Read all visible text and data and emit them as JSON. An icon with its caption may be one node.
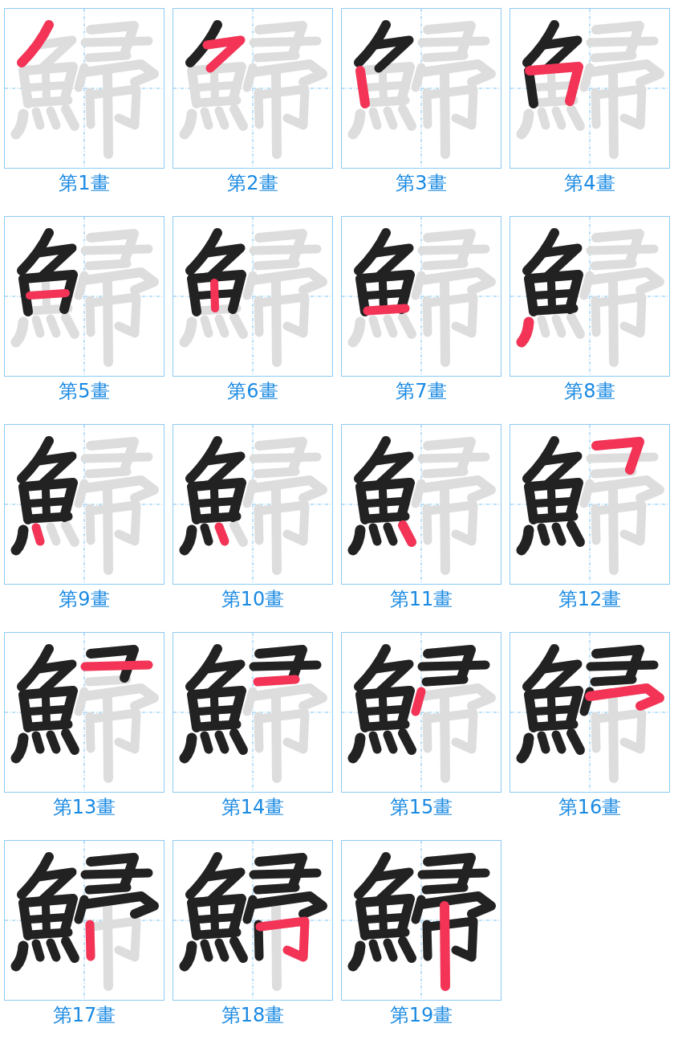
{
  "diagram": {
    "nodes": [
      {
        "text": [
          "第1畫"
        ]
      },
      {
        "text": [
          "第2畫"
        ]
      },
      {
        "text": [
          "第3畫"
        ]
      },
      {
        "text": [
          "第4畫"
        ]
      },
      {
        "text": [
          "第5畫"
        ]
      },
      {
        "text": [
          "第6畫"
        ]
      },
      {
        "text": [
          "第7畫"
        ]
      },
      {
        "text": [
          "第8畫"
        ]
      },
      {
        "text": [
          "第9畫"
        ]
      },
      {
        "text": [
          "第10畫"
        ]
      },
      {
        "text": [
          "第11畫"
        ]
      },
      {
        "text": [
          "第12畫"
        ]
      },
      {
        "text": [
          "第13畫"
        ]
      },
      {
        "text": [
          "第14畫"
        ]
      },
      {
        "text": [
          "第15畫"
        ]
      },
      {
        "text": [
          "第16畫"
        ]
      },
      {
        "text": [
          "第17畫"
        ]
      },
      {
        "text": [
          "第18畫"
        ]
      },
      {
        "text": [
          "第19畫"
        ]
      }
    ]
  }
}
